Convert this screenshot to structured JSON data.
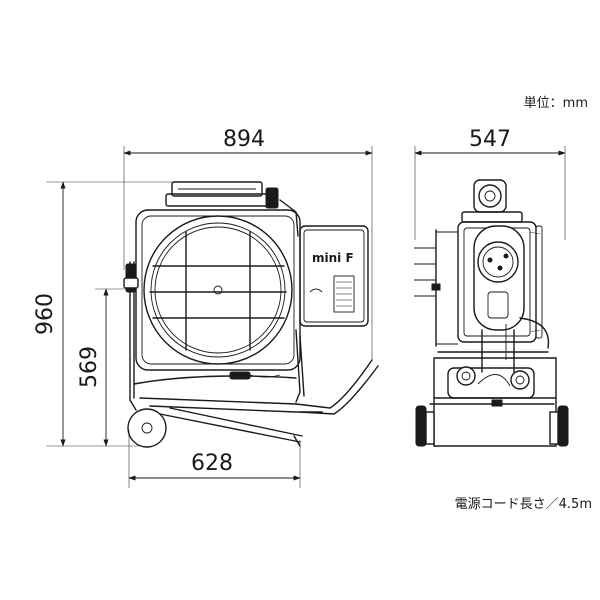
{
  "unit_note": "単位：mm",
  "front_view": {
    "width_label": "894",
    "height_label": "960",
    "mid_height_label": "569",
    "base_width_label": "628",
    "brand_text": "mini F"
  },
  "side_view": {
    "width_label": "547"
  },
  "cord_note": "電源コード長さ／4.5m"
}
